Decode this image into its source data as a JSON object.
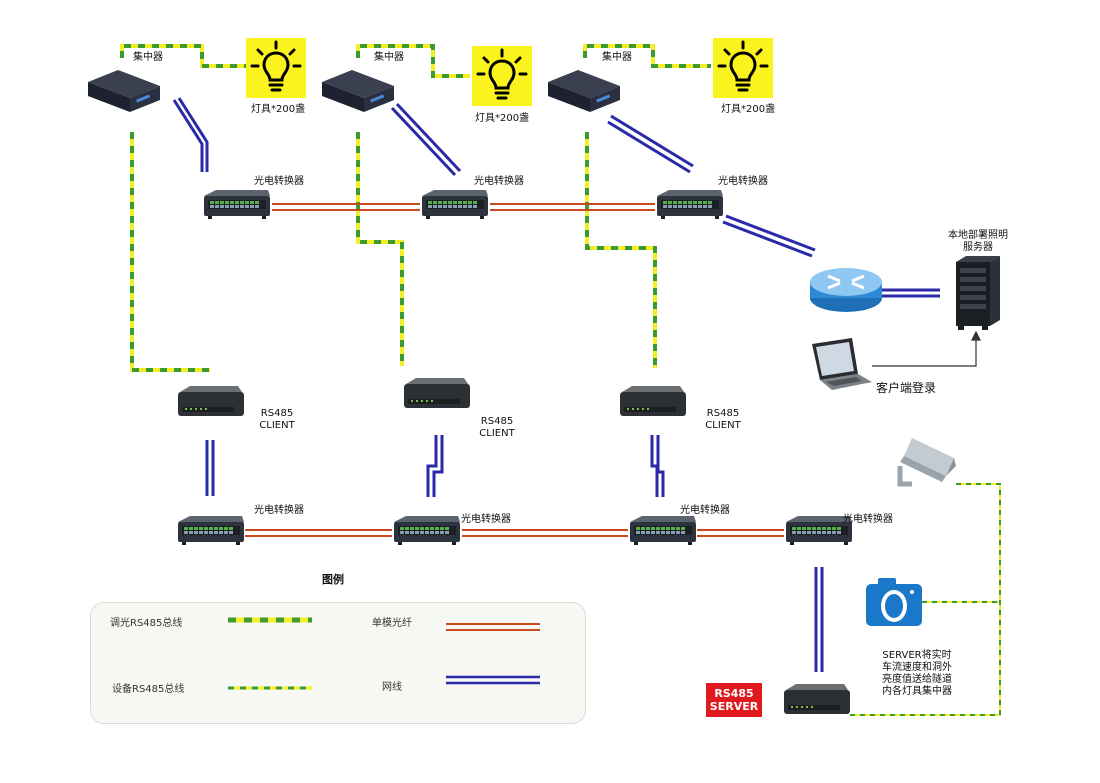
{
  "labels": {
    "concentrator": "集中器",
    "lamps": "灯具*200盏",
    "converter": "光电转换器",
    "client_line1": "RS485",
    "client_line2": "CLIENT",
    "server_line1": "本地部署照明",
    "server_line2": "服务器",
    "client_login": "客户端登录",
    "rs485_server_line1": "RS485",
    "rs485_server_line2": "SERVER",
    "note_line1": "SERVER将实时",
    "note_line2": "车流速度和洞外",
    "note_line3": "亮度值送给隧道",
    "note_line4": "内各灯具集中器"
  },
  "legend": {
    "title": "图例",
    "dimming_bus": "调光RS485总线",
    "device_bus": "设备RS485总线",
    "single_mode_fiber": "单模光纤",
    "network_cable": "网线"
  },
  "colors": {
    "bus_yellow": "#f2ef2a",
    "bus_green": "#3c9a2e",
    "fiber": "#c84a1e",
    "network": "#2a2aa8",
    "lamp_bg": "#fbf31d",
    "server_badge": "#e0191e"
  }
}
